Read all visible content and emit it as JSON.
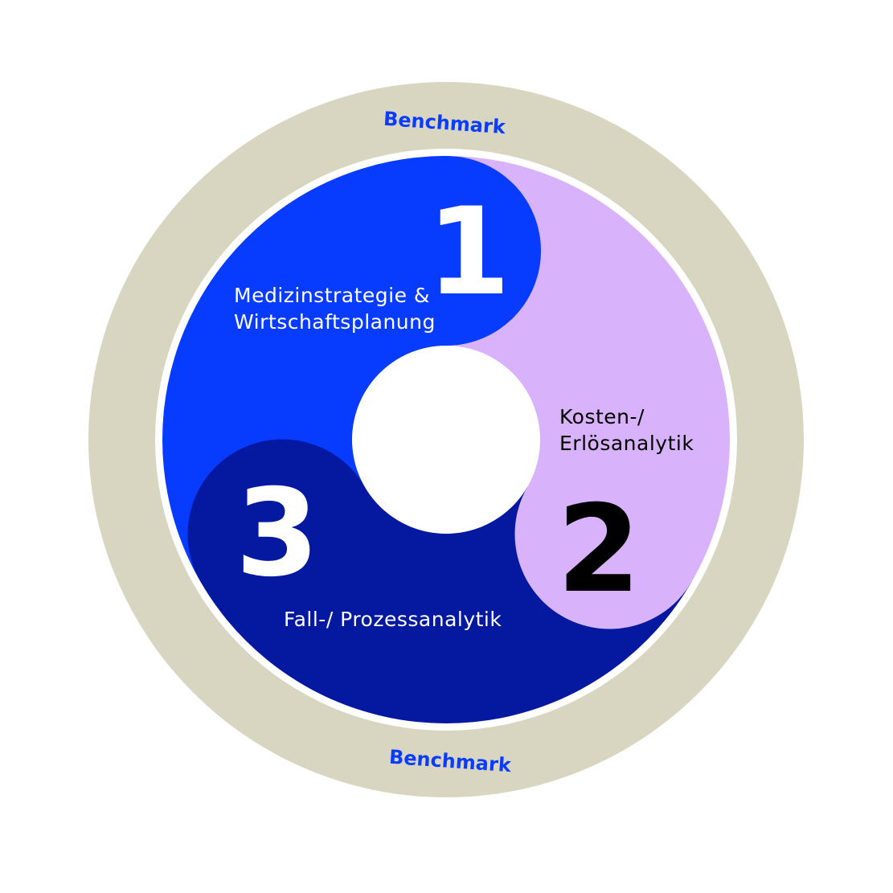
{
  "colors": {
    "ring": "#d8d6c0",
    "blue": "#073cff",
    "lilac": "#d8b2fb",
    "navy": "#0419a0",
    "benchmark_text": "#0a3cff"
  },
  "ring": {
    "top_label": "Benchmark",
    "bottom_label": "Benchmark"
  },
  "segments": [
    {
      "number": "1",
      "label_line1": "Medizinstrategie &",
      "label_line2": "Wirtschaftsplanung"
    },
    {
      "number": "2",
      "label_line1": "Kosten-/",
      "label_line2": "Erlösanalytik"
    },
    {
      "number": "3",
      "label_line1": "Fall-/ Prozessanalytik"
    }
  ]
}
